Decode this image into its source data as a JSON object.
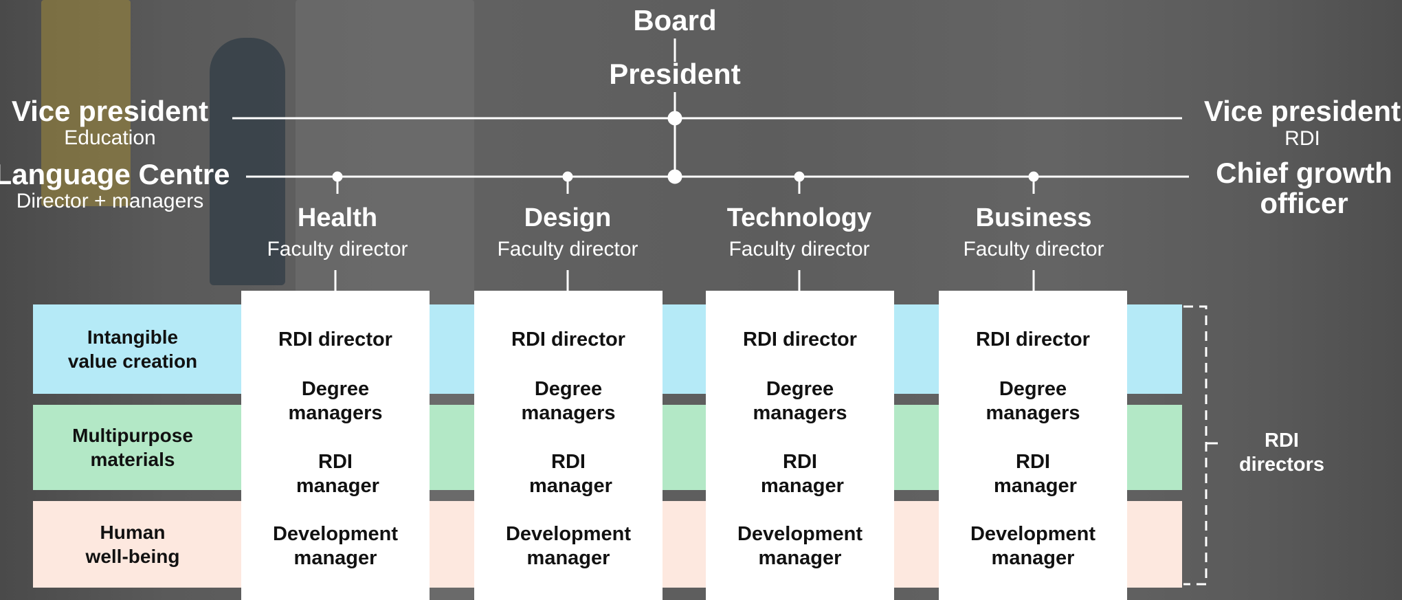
{
  "top": {
    "board": "Board",
    "president": "President",
    "vp_left_title": "Vice president",
    "vp_left_sub": "Education",
    "vp_right_title": "Vice president",
    "vp_right_sub": "RDI",
    "language_title": "Language Centre",
    "language_sub": "Director + managers",
    "chief_growth": "Chief growth officer"
  },
  "faculties": [
    {
      "name": "Health",
      "role": "Faculty director"
    },
    {
      "name": "Design",
      "role": "Faculty director"
    },
    {
      "name": "Technology",
      "role": "Faculty director"
    },
    {
      "name": "Business",
      "role": "Faculty director"
    }
  ],
  "column_roles": [
    "RDI director",
    "Degree managers",
    "RDI manager",
    "Development manager"
  ],
  "bands": [
    {
      "label": "Intangible value creation",
      "color": "#b5eaf7"
    },
    {
      "label": "Multipurpose materials",
      "color": "#b3e8c6"
    },
    {
      "label": "Human well-being",
      "color": "#fde8df"
    }
  ],
  "bracket_label": "RDI directors"
}
